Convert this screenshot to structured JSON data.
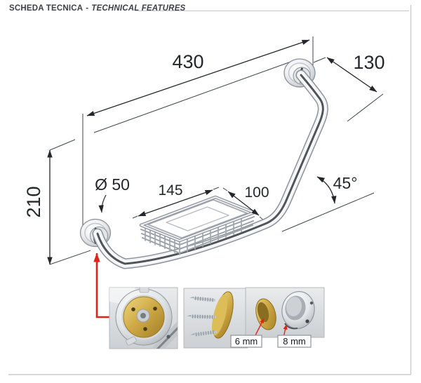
{
  "header": {
    "title_primary": "SCHEDA TECNICA",
    "separator": "-",
    "title_secondary": "TECHNICAL FEATURES"
  },
  "drawing": {
    "type": "dimensioned technical drawing of a 45-degree grab bar with wire soap basket",
    "dims": {
      "width": "430",
      "depth": "130",
      "height": "210",
      "flange_diameter": "Ø 50",
      "basket_length": "145",
      "basket_depth": "100",
      "angle": "45°"
    }
  },
  "detail_photos": {
    "labels": {
      "thickness_small": "6 mm",
      "thickness_large": "8 mm"
    }
  },
  "colors": {
    "accent_red": "#e2231a",
    "dimension_ink": "#24272b",
    "extension_line": "#41464c",
    "chrome_edge": "#8b9299",
    "chrome_highlight": "#f2f4f6",
    "brass": "#c9a94e",
    "page_border": "#c9ccce",
    "header_text": "#3b4047"
  }
}
